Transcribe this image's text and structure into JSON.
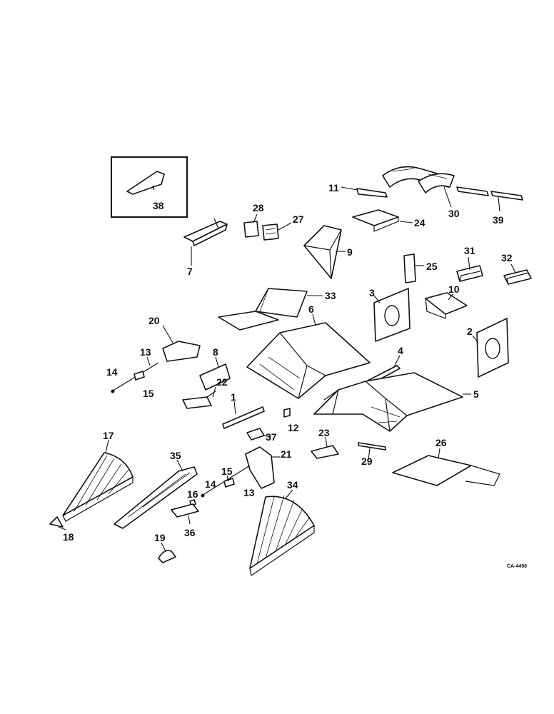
{
  "diagram_code": "CA-4498",
  "callouts": {
    "c1": "1",
    "c2": "2",
    "c3": "3",
    "c4": "4",
    "c5": "5",
    "c6": "6",
    "c7": "7",
    "c8": "8",
    "c9": "9",
    "c10": "10",
    "c11": "11",
    "c12": "12",
    "c13a": "13",
    "c13b": "13",
    "c14a": "14",
    "c14b": "14",
    "c15a": "15",
    "c15b": "15",
    "c16": "16",
    "c17": "17",
    "c18": "18",
    "c19": "19",
    "c20": "20",
    "c21": "21",
    "c22": "22",
    "c23": "23",
    "c24": "24",
    "c25": "25",
    "c26": "26",
    "c27": "27",
    "c28": "28",
    "c29": "29",
    "c30": "30",
    "c31": "31",
    "c32": "32",
    "c33": "33",
    "c34": "34",
    "c35": "35",
    "c36": "36",
    "c37": "37",
    "c38": "38",
    "c39": "39"
  }
}
